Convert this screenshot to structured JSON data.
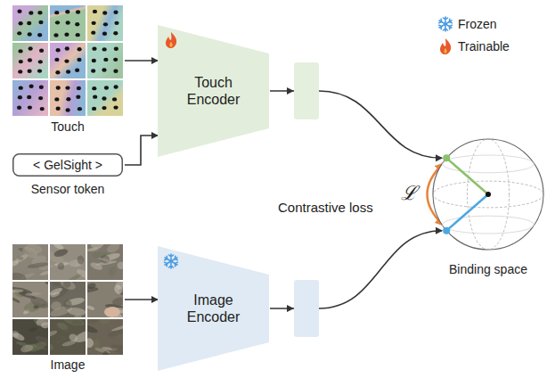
{
  "diagram": {
    "nodes": [
      {
        "text": [
          "Touch"
        ]
      },
      {
        "text": [
          "< GelSight >",
          "Sensor token"
        ]
      },
      {
        "text": [
          "Touch Encoder"
        ]
      },
      {
        "text": [
          "Image"
        ]
      },
      {
        "text": [
          "Image Encoder"
        ]
      },
      {
        "text": [
          "Binding space"
        ]
      }
    ],
    "edges": [
      {
        "from": 0,
        "to": 2,
        "arrow": "to"
      },
      {
        "from": 1,
        "to": 2,
        "arrow": "to"
      },
      {
        "from": 3,
        "to": 4,
        "arrow": "to"
      },
      {
        "from": 2,
        "to": 5,
        "arrow": "to"
      },
      {
        "from": 4,
        "to": 5,
        "arrow": "to"
      }
    ],
    "labels": [
      "Contrastive loss",
      "ℒ"
    ],
    "legend": [
      {
        "text": "Frozen"
      },
      {
        "text": "Trainable"
      }
    ]
  }
}
